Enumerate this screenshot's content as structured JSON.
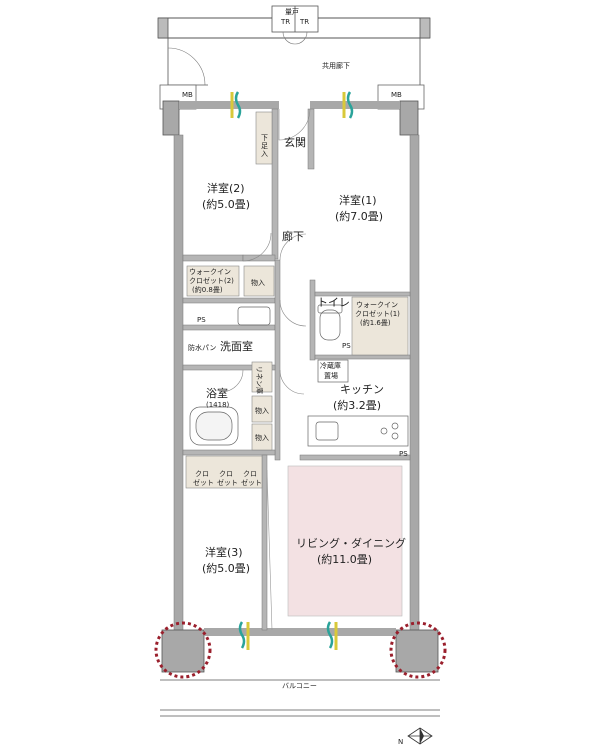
{
  "labels": {
    "meterbox_top": "量戸",
    "tr_left": "TR",
    "tr_right": "TR",
    "corridor": "共用廊下",
    "mb_left": "MB",
    "mb_right": "MB",
    "shoe_storage_1": "下",
    "shoe_storage_2": "足",
    "shoe_storage_3": "入",
    "entrance": "玄関",
    "western2_name": "洋室(2)",
    "western2_size": "(約5.0畳)",
    "western1_name": "洋室(1)",
    "western1_size": "(約7.0畳)",
    "hallway": "廊下",
    "wic2_line1": "ウォークイン",
    "wic2_line2": "クロゼット(2)",
    "wic2_line3": "(約0.8畳)",
    "storage_a": "物入",
    "toilet": "トイレ",
    "wic1_line1": "ウォークイン",
    "wic1_line2": "クロゼット(1)",
    "wic1_line3": "(約1.6畳)",
    "ps1": "PS",
    "ps2": "PS",
    "ps3": "PS",
    "waterpan": "防水パン",
    "washroom": "洗面室",
    "fridge_line1": "冷蔵庫",
    "fridge_line2": "置場",
    "linen": "リネン庫",
    "bath_name": "浴室",
    "bath_size": "(1418)",
    "storage_b": "物入",
    "storage_c": "物入",
    "kitchen_name": "キッチン",
    "kitchen_size": "(約3.2畳)",
    "closet1_a": "クロ",
    "closet1_b": "ゼット",
    "closet2_a": "クロ",
    "closet2_b": "ゼット",
    "closet3_a": "クロ",
    "closet3_b": "ゼット",
    "western3_name": "洋室(3)",
    "western3_size": "(約5.0畳)",
    "ldk_name": "リビング・ダイニング",
    "ldk_size": "(約11.0畳)",
    "balcony": "バルコニー",
    "north": "N"
  },
  "colors": {
    "wall": "#a8a8a8",
    "wall_dark": "#8c8c8c",
    "storage_fill": "#ece6da",
    "ldk_fill": "#f3e1e3",
    "highlight_circle": "#9a1f2c",
    "vent_teal": "#2aa39a",
    "vent_yellow": "#d8c93a"
  }
}
